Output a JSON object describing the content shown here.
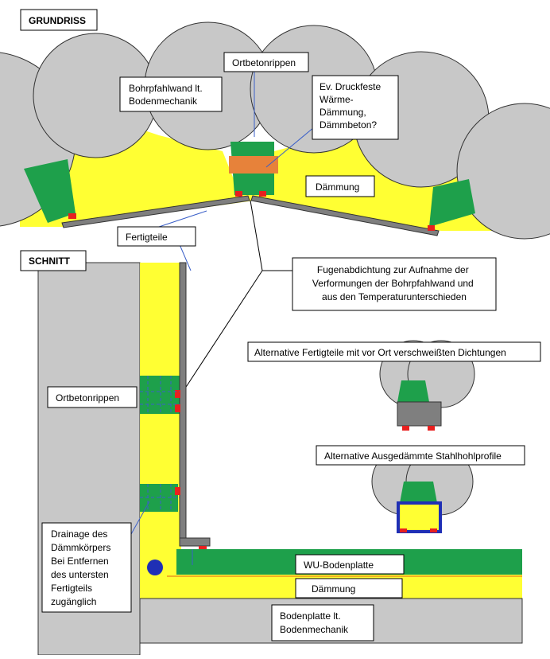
{
  "sections": {
    "grundriss": "GRUNDRISS",
    "schnitt": "SCHNITT"
  },
  "labels": {
    "bohrpfahlwand": [
      "Bohrpfahlwand lt.",
      "Bodenmechanik"
    ],
    "ortbetonrippen_top": "Ortbetonrippen",
    "druckfeste": [
      "Ev. Druckfeste",
      "Wärme-",
      "Dämmung,",
      "Dämmbeton?"
    ],
    "daemmung_top": "Dämmung",
    "fertigteile": "Fertigteile",
    "fugenabdichtung": [
      "Fugenabdichtung zur Aufnahme der",
      "Verformungen der Bohrpfahlwand und",
      "aus den Temperaturunterschieden"
    ],
    "alt_fertigteile": "Alternative Fertigteile mit vor Ort verschweißten Dichtungen",
    "alt_stahl": "Alternative Ausgedämmte Stahlhohlprofile",
    "ortbetonrippen_side": "Ortbetonrippen",
    "drainage": [
      "Drainage des",
      "Dämmkörpers",
      "Bei Entfernen",
      "des untersten",
      "Fertigteils",
      "zugänglich"
    ],
    "wu_bodenplatte": "WU-Bodenplatte",
    "daemmung_bottom": "Dämmung",
    "bodenplatte": [
      "Bodenplatte lt.",
      "Bodenmechanik"
    ]
  },
  "colors": {
    "pile": "#c8c8c8",
    "insulation": "#ffff33",
    "rib": "#1ea04b",
    "seal": "#e8201f",
    "precast": "#7f7f7f",
    "orange": "#e7823a",
    "steel": "#1f2fb5",
    "leader": "#3a5fc8"
  }
}
